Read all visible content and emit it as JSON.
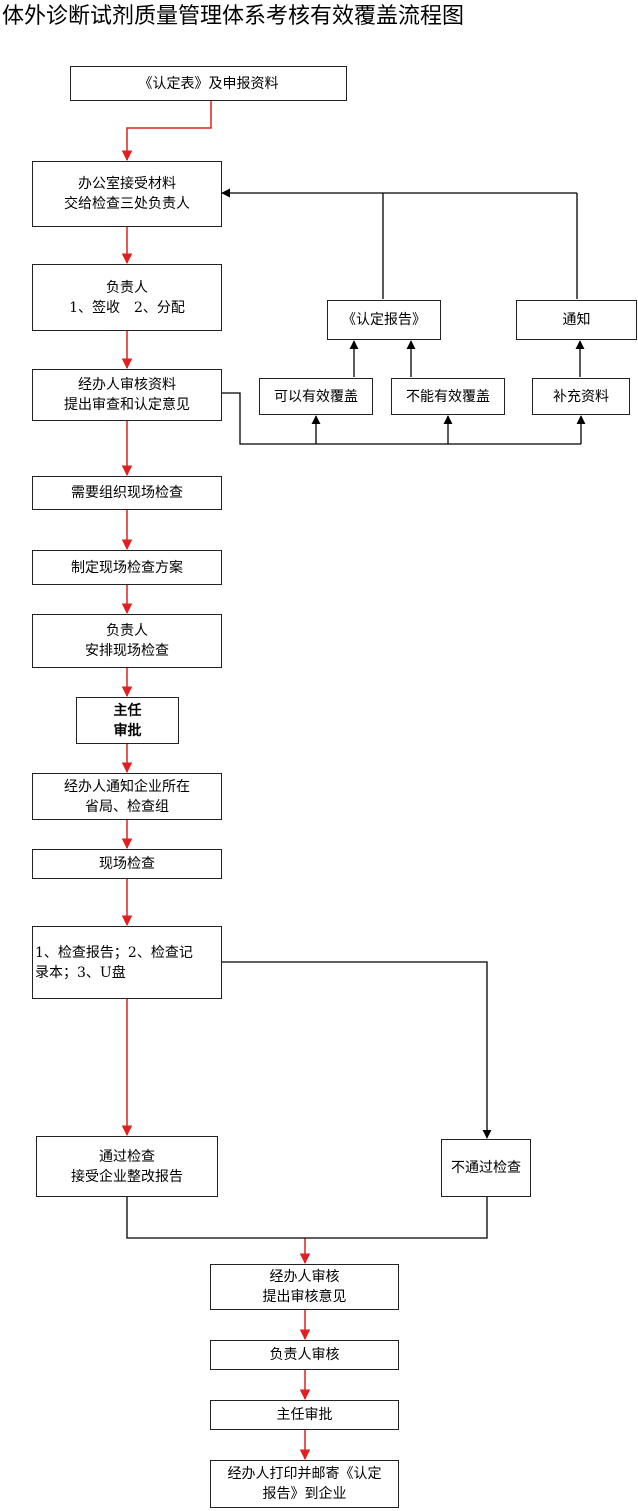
{
  "title": "体外诊断试剂质量管理体系考核有效覆盖流程图",
  "colors": {
    "main_arrow": "#e02020",
    "side_arrow": "#000000",
    "border": "#222222"
  },
  "nodes": {
    "n1": "《认定表》及申报资料",
    "n2": "办公室接受材料\n交给检查三处负责人",
    "n3": "负责人\n1、签收　2、分配",
    "n4": "经办人审核资料\n提出审查和认定意见",
    "n5": "需要组织现场检查",
    "n6": "制定现场检查方案",
    "n7": "负责人\n安排现场检查",
    "n8": "主任\n审批",
    "n9": "经办人通知企业所在\n省局、检查组",
    "n10": "现场检查",
    "n11": "1、检查报告；2、检查记\n录本；3、U盘",
    "n12": "通过检查\n接受企业整改报告",
    "n13": "不通过检查",
    "n14": "经办人审核\n提出审核意见",
    "n15": "负责人审核",
    "n16": "主任审批",
    "n17": "经办人打印并邮寄《认定\n报告》到企业",
    "s1": "《认定报告》",
    "s2": "通知",
    "s3": "可以有效覆盖",
    "s4": "不能有效覆盖",
    "s5": "补充资料"
  }
}
